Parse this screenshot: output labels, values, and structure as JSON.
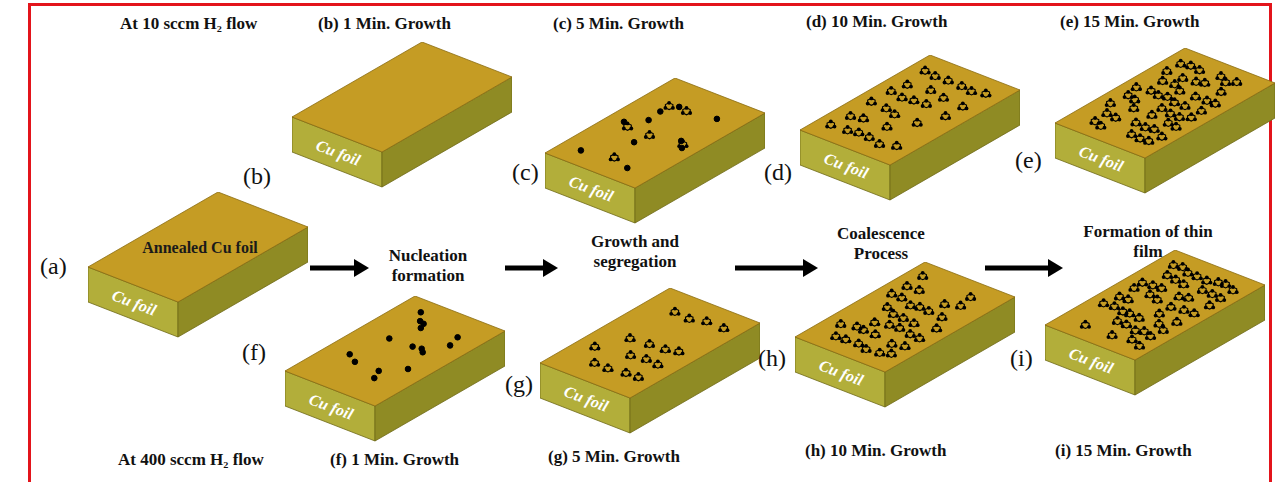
{
  "diagram": {
    "nodes": [
      {
        "text": [
          "Annealed Cu foil",
          "Cu foil"
        ]
      },
      {
        "text": [
          "Cu foil"
        ]
      },
      {
        "text": [
          "Cu foil"
        ]
      },
      {
        "text": [
          "Cu foil"
        ]
      },
      {
        "text": [
          "Cu foil"
        ]
      },
      {
        "text": [
          "Cu foil"
        ]
      },
      {
        "text": [
          "Cu foil"
        ]
      },
      {
        "text": [
          "Cu foil"
        ]
      },
      {
        "text": [
          "Cu foil"
        ]
      }
    ],
    "labels": [
      "At 10 sccm H₂ flow",
      "(b) 1 Min. Growth",
      "(c) 5 Min. Growth",
      "(d) 10 Min. Growth",
      "(e) 15 Min. Growth",
      "(a)",
      "(b)",
      "(c)",
      "(d)",
      "(e)",
      "(f)",
      "(g)",
      "(h)",
      "(i)",
      "Nucleation formation",
      "Growth and segregation",
      "Coalescence Process",
      "Formation of thin film",
      "At 400 sccm H₂ flow",
      "(f) 1 Min. Growth",
      "(g) 5 Min. Growth",
      "(h) 10 Min. Growth",
      "(i) 15 Min. Growth"
    ]
  }
}
